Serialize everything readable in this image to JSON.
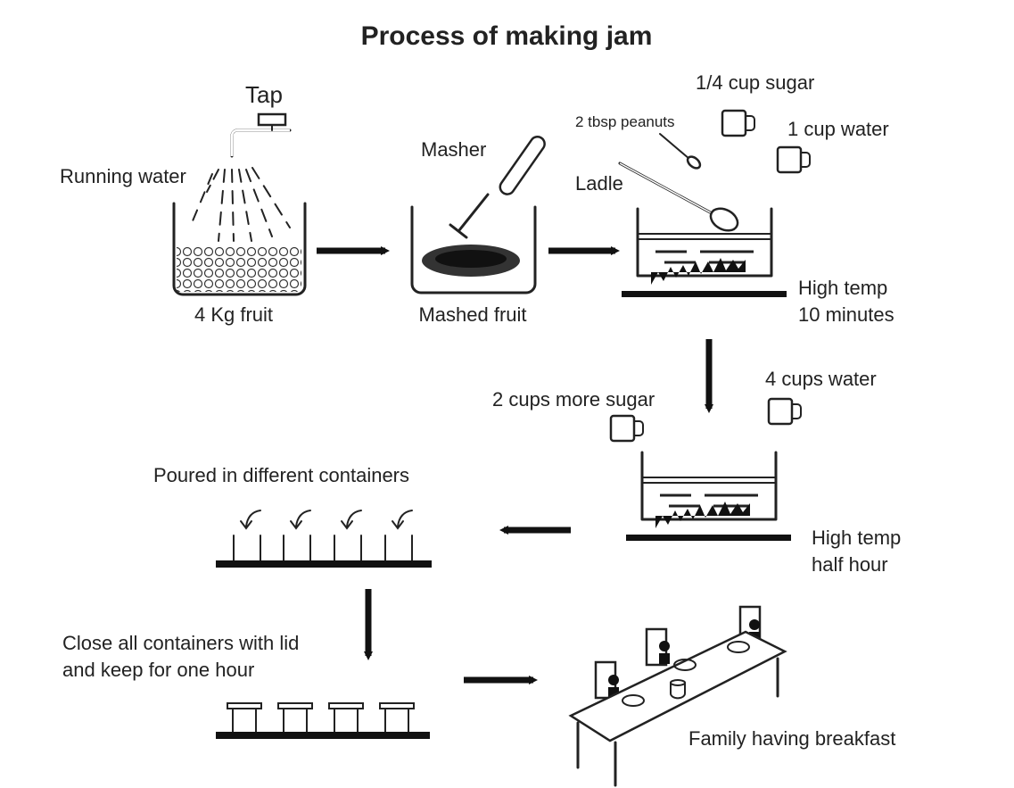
{
  "title": "Process of making jam",
  "labels": {
    "tap": "Tap",
    "running_water": "Running water",
    "fruit": "4 Kg fruit",
    "masher": "Masher",
    "mashed_fruit": "Mashed fruit",
    "sugar_quarter": "1/4 cup sugar",
    "peanuts": "2 tbsp peanuts",
    "one_cup_water": "1 cup water",
    "ladle": "Ladle",
    "boil1_line1": "High temp",
    "boil1_line2": "10 minutes",
    "more_sugar": "2 cups more sugar",
    "four_cups_water": "4 cups water",
    "boil2_line1": "High temp",
    "boil2_line2": "half hour",
    "poured": "Poured in different containers",
    "close_line1": "Close all containers with lid",
    "close_line2": "and keep for one hour",
    "breakfast": "Family having breakfast"
  }
}
